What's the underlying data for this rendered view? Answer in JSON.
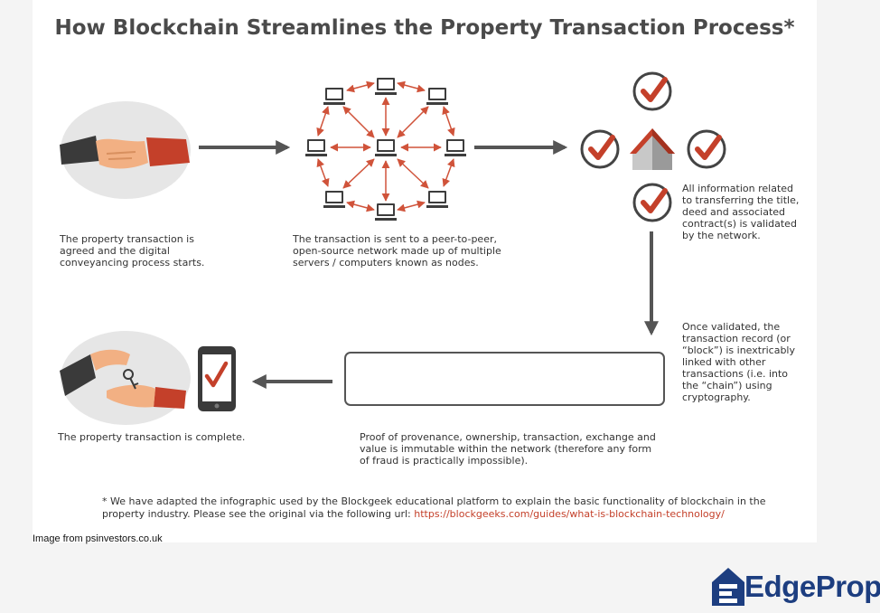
{
  "title": "How Blockchain Streamlines the Property Transaction Process*",
  "steps": {
    "step1": "The property transaction is agreed and the digital conveyancing process starts.",
    "step2": "The transaction is sent to a peer-to-peer, open-source network made up of multiple servers / computers known as nodes.",
    "step3": "All information related to transferring the title, deed and associated contract(s) is validated by the network.",
    "step4": "Once validated, the transaction record (or “block”) is inextricably linked with other transactions (i.e. into the “chain”) using cryptography.",
    "step5": "Proof of provenance, ownership, transaction, exchange and value is immutable within the network (therefore any form of fraud is practically impossible).",
    "step6": "The property transaction is complete."
  },
  "footnote": {
    "text": "* We have adapted the infographic used by the Blockgeek educational platform to explain the basic functionality of blockchain in the property industry.  Please see the original via the following url: ",
    "url": "https://blockgeeks.com/guides/what-is-blockchain-technology/"
  },
  "credit": "Image from psinvestors.co.uk",
  "logo": {
    "part1": "Edge",
    "part2": "Prop"
  },
  "icons": [
    "handshake-icon",
    "computer-node-icon",
    "checkmark-icon",
    "house-icon",
    "key-handover-icon",
    "phone-check-icon"
  ],
  "colors": {
    "accent": "#c4402a",
    "text": "#333333",
    "title": "#4a4a4a",
    "logo": "#1d3e80"
  }
}
